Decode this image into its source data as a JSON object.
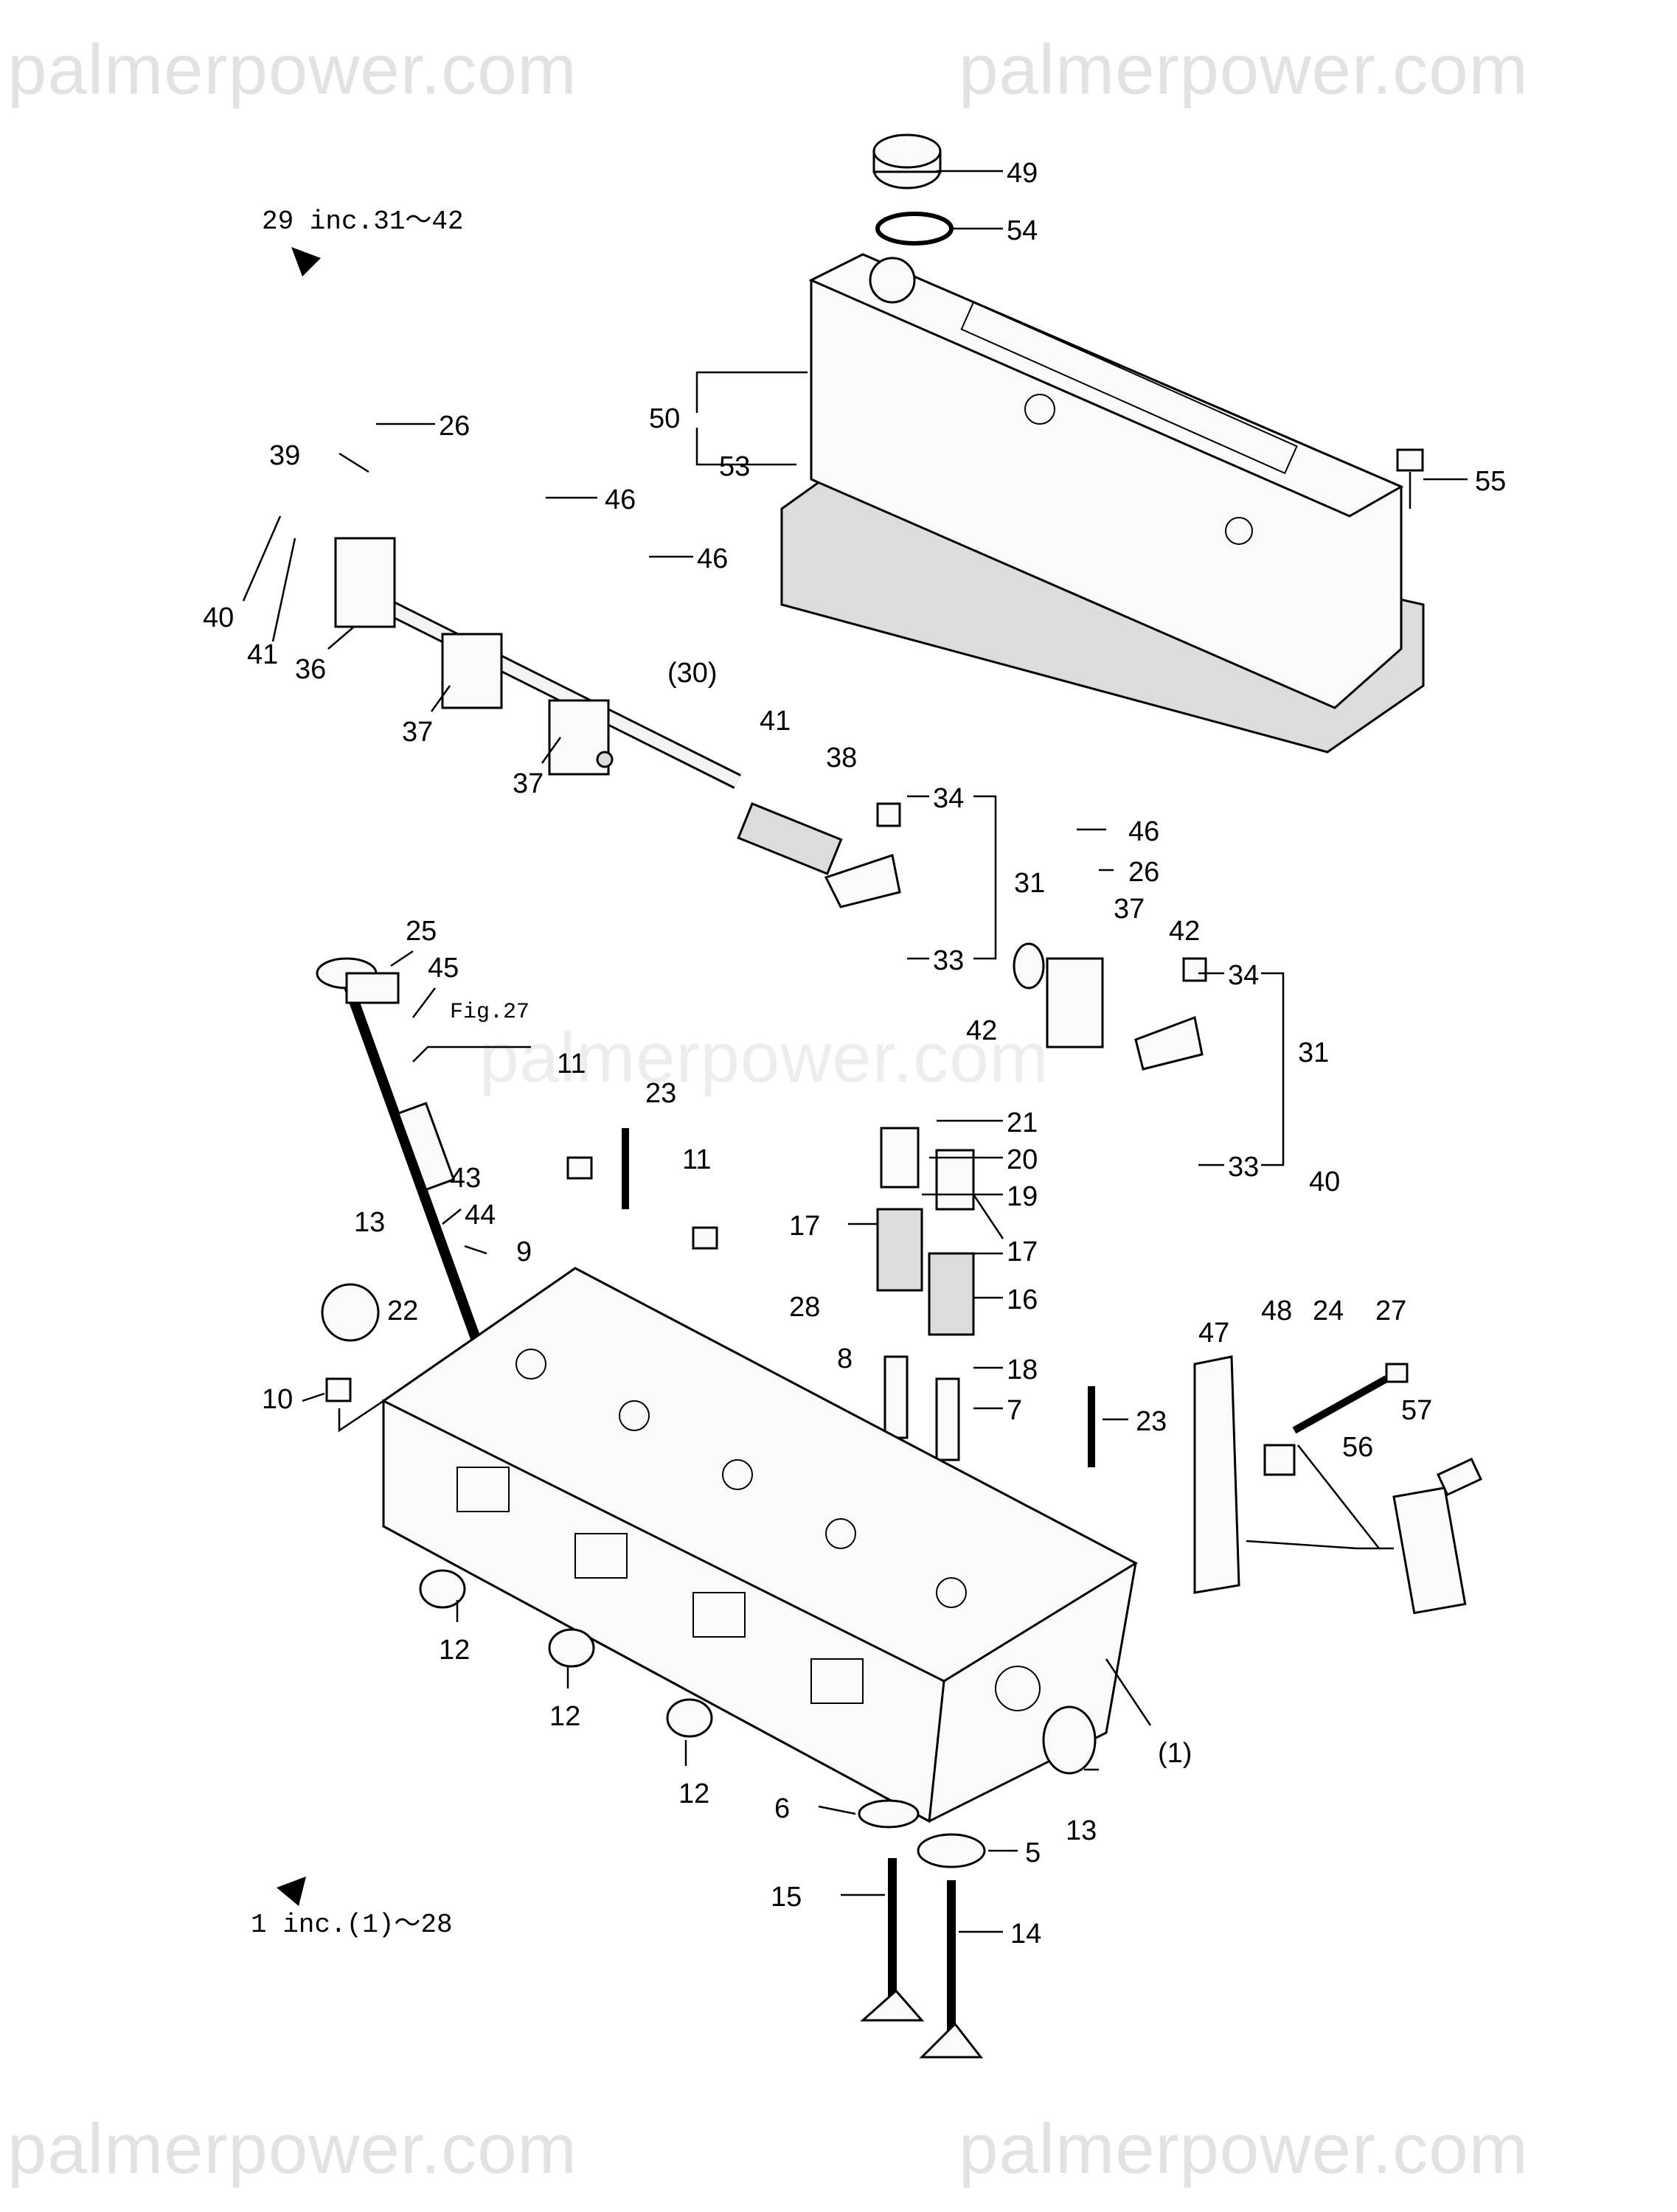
{
  "watermarks": [
    "palmerpower.com",
    "palmerpower.com",
    "palmerpower.com",
    "palmerpower.com",
    "palmerpower.com"
  ],
  "notes": {
    "assembly_rocker": "29 inc.31～42",
    "assembly_head": "1 inc.(1)～28",
    "fig_ref": "Fig.27"
  },
  "callouts": [
    "49",
    "54",
    "50",
    "53",
    "55",
    "26",
    "39",
    "46",
    "46",
    "40",
    "41",
    "36",
    "37",
    "37",
    "(30)",
    "41",
    "38",
    "34",
    "31",
    "33",
    "46",
    "26",
    "37",
    "42",
    "42",
    "34",
    "31",
    "33",
    "40",
    "25",
    "45",
    "11",
    "23",
    "11",
    "21",
    "20",
    "19",
    "17",
    "17",
    "16",
    "28",
    "8",
    "18",
    "7",
    "23",
    "13",
    "43",
    "44",
    "9",
    "22",
    "10",
    "47",
    "48",
    "24",
    "27",
    "57",
    "56",
    "12",
    "12",
    "12",
    "6",
    "5",
    "13",
    "(1)",
    "15",
    "14"
  ]
}
